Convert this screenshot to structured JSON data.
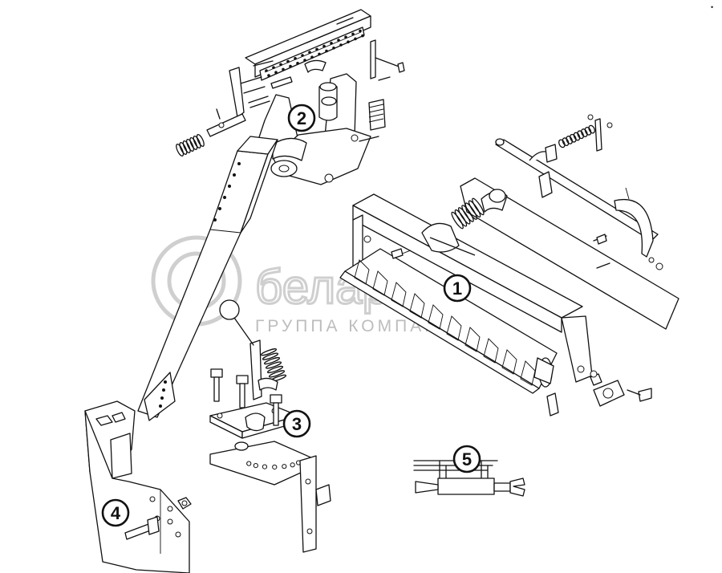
{
  "watermark": {
    "brand": "белаpo",
    "subtitle": "ГРУППА КОМПАНИЙ"
  },
  "corner_mark": "•",
  "callouts": [
    {
      "id": "callout-1",
      "label": "1"
    },
    {
      "id": "callout-2",
      "label": "2"
    },
    {
      "id": "callout-3",
      "label": "3"
    },
    {
      "id": "callout-4",
      "label": "4"
    },
    {
      "id": "callout-5",
      "label": "5"
    }
  ]
}
